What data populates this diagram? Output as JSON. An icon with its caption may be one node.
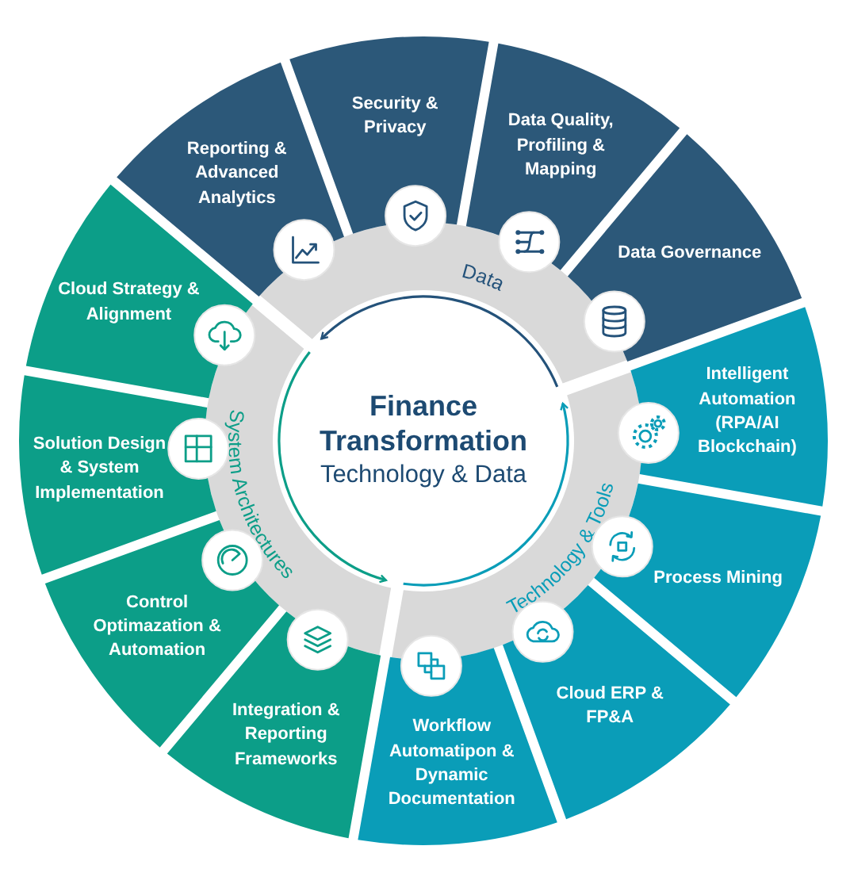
{
  "diagram": {
    "nodes": [
      {
        "text": [
          "Finance Transformation",
          "Technology & Data"
        ]
      },
      {
        "text": [
          "Data"
        ]
      },
      {
        "text": [
          "Technology & Tools"
        ]
      },
      {
        "text": [
          "System Architectures"
        ]
      },
      {
        "text": [
          "Reporting & Advanced Analytics"
        ]
      },
      {
        "text": [
          "Security & Privacy"
        ]
      },
      {
        "text": [
          "Data Quality, Profiling & Mapping"
        ]
      },
      {
        "text": [
          "Data Governance"
        ]
      },
      {
        "text": [
          "Intelligent Automation (RPA/AI Blockchain)"
        ]
      },
      {
        "text": [
          "Process Mining"
        ]
      },
      {
        "text": [
          "Cloud ERP & FP&A"
        ]
      },
      {
        "text": [
          "Workflow Automatipon & Dynamic Documentation"
        ]
      },
      {
        "text": [
          "Integration & Reporting Frameworks"
        ]
      },
      {
        "text": [
          "Control Optimazation & Automation"
        ]
      },
      {
        "text": [
          "Solution Design & System Implementation"
        ]
      },
      {
        "text": [
          "Cloud Strategy & Alignment"
        ]
      }
    ],
    "edges": [
      {
        "from": 1,
        "to": 3,
        "arrow": "to"
      },
      {
        "from": 3,
        "to": 2,
        "arrow": "to"
      },
      {
        "from": 2,
        "to": 1,
        "arrow": "to"
      }
    ]
  }
}
